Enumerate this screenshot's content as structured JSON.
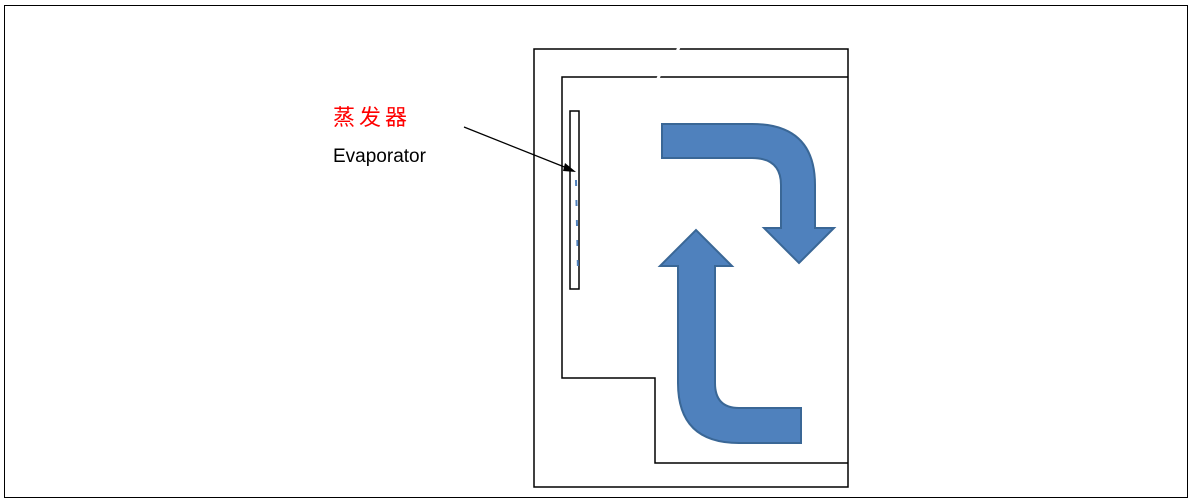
{
  "labels": {
    "evaporator_cn": "蒸发器",
    "evaporator_en": "Evaporator"
  },
  "colors": {
    "label_cn": "#ff0000",
    "arrow_fill": "#4f81bd",
    "arrow_stroke": "#3a6796",
    "outline": "#000000"
  },
  "icons": {
    "top_arrow": "curved-arrow-right-down",
    "bottom_arrow": "curved-arrow-up-from-right"
  }
}
